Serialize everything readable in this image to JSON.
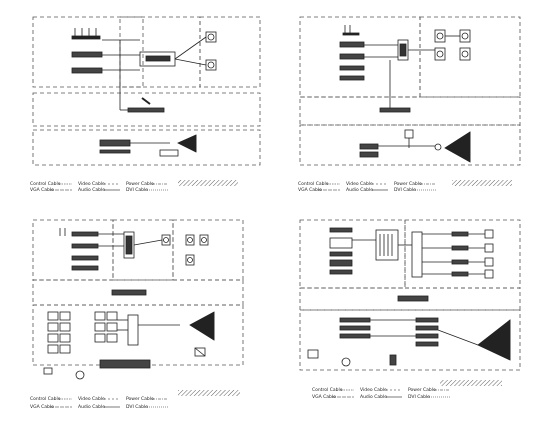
{
  "legend_labels": {
    "control": "Control Cable",
    "vga": "VGA Cable",
    "video": "Video Cable",
    "audio": "Audio Cable",
    "power": "Power Cable",
    "dvi": "DVI Cable"
  },
  "colors": {
    "line": "#222222",
    "dash": "#555555",
    "title": "#111111"
  }
}
